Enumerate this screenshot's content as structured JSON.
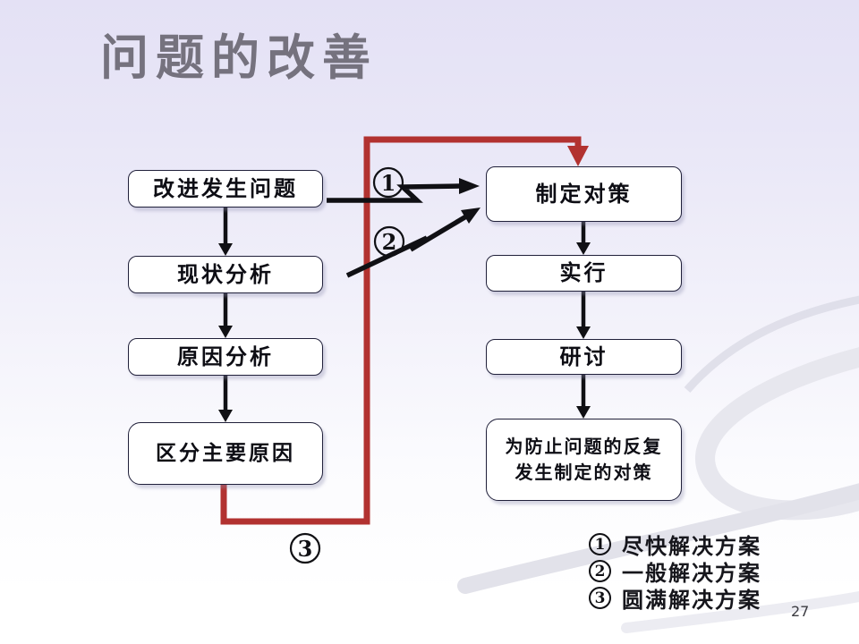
{
  "slide": {
    "title": "问题的改善",
    "page_number": "27"
  },
  "flowchart": {
    "left_steps": [
      "改进发生问题",
      "现状分析",
      "原因分析",
      "区分主要原因"
    ],
    "right_steps": [
      "制定对策",
      "实行",
      "研讨",
      "为防止问题的反复\n发生制定的对策"
    ],
    "arrow_labels": {
      "one": "1",
      "two": "2",
      "three": "3"
    }
  },
  "legend": {
    "items": [
      {
        "marker": "1",
        "label": "尽快解决方案"
      },
      {
        "marker": "2",
        "label": "一般解决方案"
      },
      {
        "marker": "3",
        "label": "圆满解决方案"
      }
    ]
  },
  "colors": {
    "red_path": "#b23230",
    "box_border": "#20203a",
    "title_color": "#75727e"
  }
}
